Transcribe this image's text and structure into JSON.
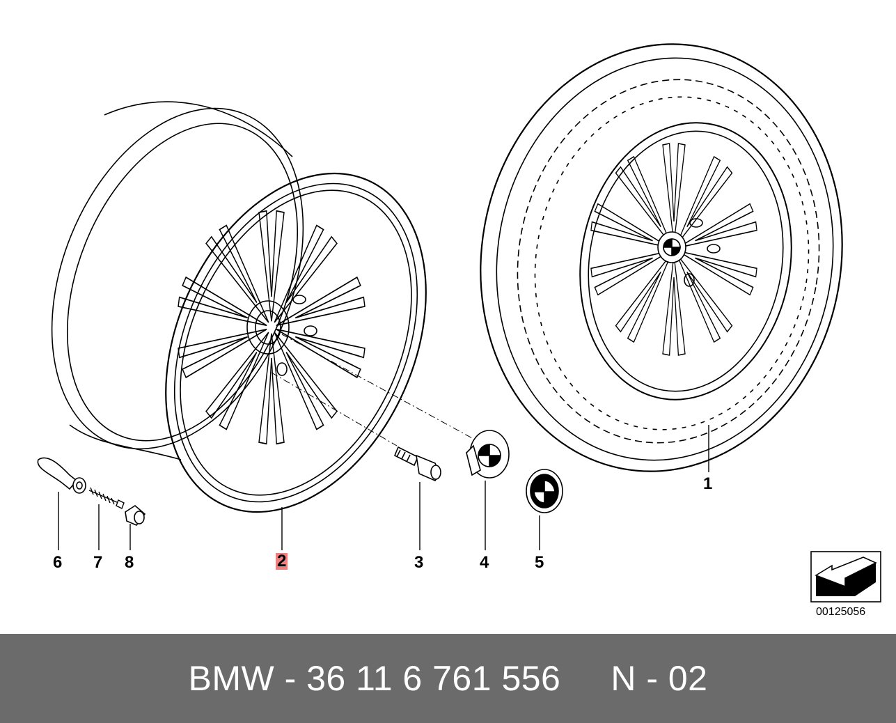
{
  "diagram": {
    "callouts": [
      {
        "id": "1",
        "label": "1"
      },
      {
        "id": "2",
        "label": "2",
        "highlighted": true
      },
      {
        "id": "3",
        "label": "3"
      },
      {
        "id": "4",
        "label": "4"
      },
      {
        "id": "5",
        "label": "5"
      },
      {
        "id": "6",
        "label": "6"
      },
      {
        "id": "7",
        "label": "7"
      },
      {
        "id": "8",
        "label": "8"
      }
    ],
    "catalog_number": "00125056",
    "highlight_color": "#f08080"
  },
  "footer": {
    "part_text": "BMW - 36 11 6 761 556     N - 02",
    "background": "#6b6b6b"
  },
  "icons": {
    "direction": "arrow-icon",
    "emblem": "bmw-emblem-icon"
  }
}
